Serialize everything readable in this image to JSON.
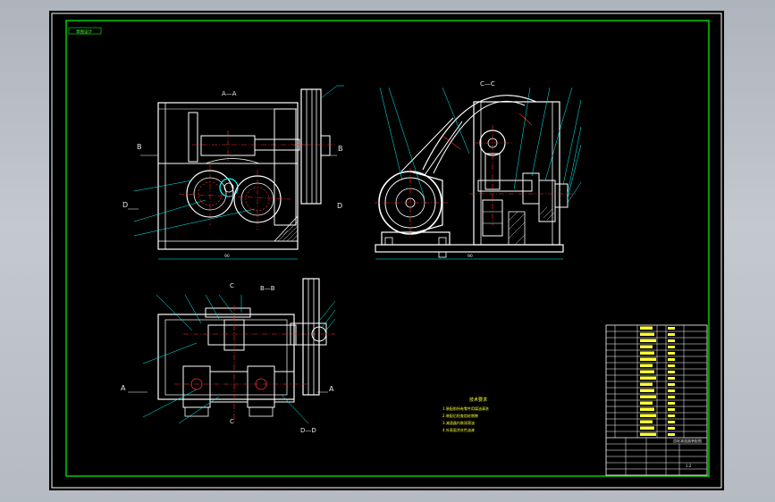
{
  "window": {
    "background_color": "#aeb4bc",
    "viewport_color": "#000000"
  },
  "drawing": {
    "frame_tag": "草图设计",
    "colors": {
      "outline": "#ffffff",
      "frame": "#00ff00",
      "center_line": "#ff3030",
      "hatch": "#ffffff",
      "leader": "#00ffff",
      "note_text": "#ffff33",
      "blue": "#3a5cff"
    },
    "views": {
      "top_left": {
        "title": "A—A",
        "section_left": "B",
        "section_right": "B",
        "section_d_left": "D",
        "section_d_right": "D",
        "dimension": "90"
      },
      "top_right": {
        "title": "C—C",
        "dimension": "90"
      },
      "bottom_left": {
        "title": "B—B",
        "section_c_top": "C",
        "section_c_bottom": "C",
        "section_a_left": "A",
        "section_a_right": "A",
        "section_dd": "D—D"
      }
    },
    "technical_notes": {
      "title": "技术要求",
      "lines": [
        "1.装配前所有零件用煤油清洗",
        "2.装配后检查齿轮侧隙",
        "3.减速器内装润滑油",
        "4.外表面涂灰色油漆"
      ]
    },
    "title_block": {
      "name": "齿轮减速器装配图",
      "scale": "1:2"
    }
  }
}
